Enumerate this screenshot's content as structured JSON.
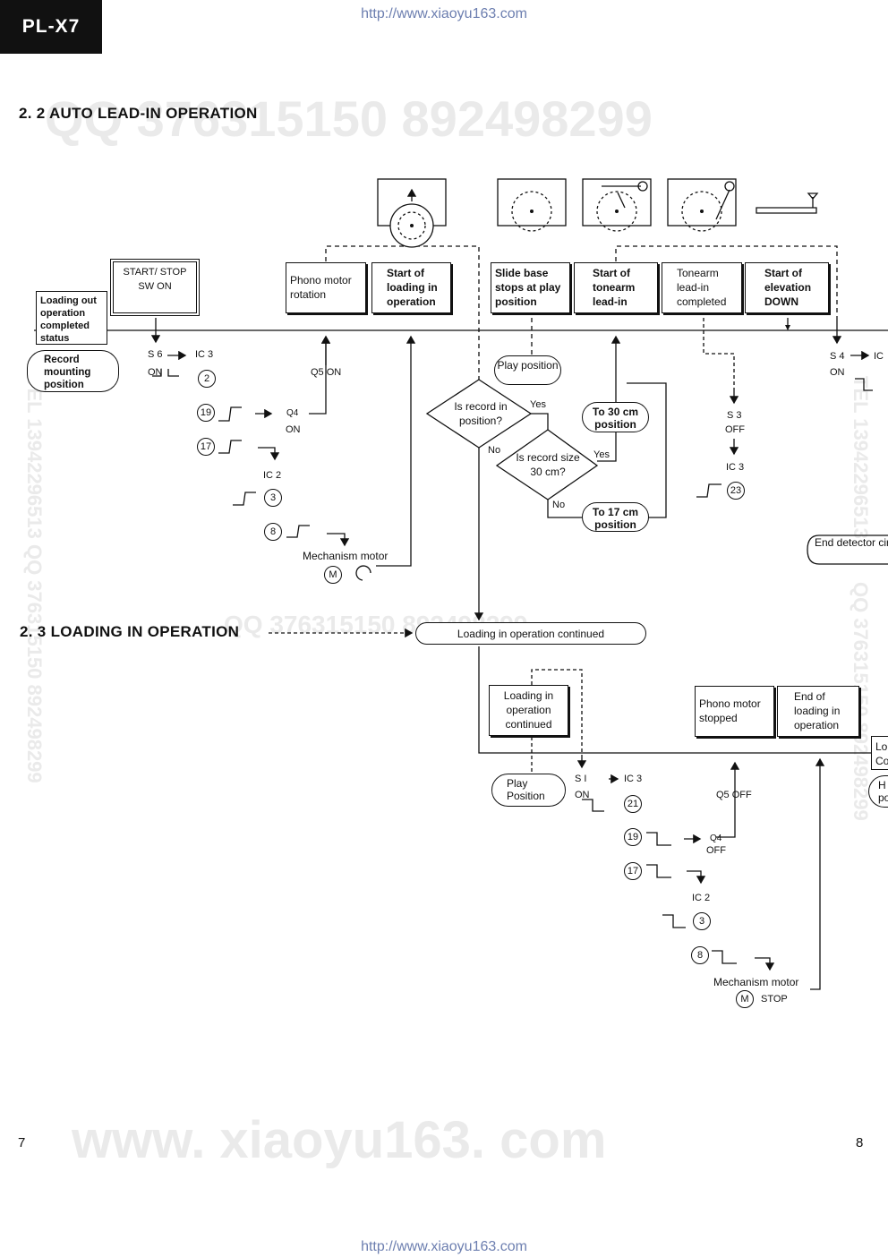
{
  "header": {
    "model": "PL-X7"
  },
  "urls": {
    "top": "http://www.xiaoyu163.com",
    "bottom": "http://www.xiaoyu163.com"
  },
  "watermarks": {
    "phone1": "QQ 376315150  892498299",
    "site": "www. xiaoyu163. com",
    "phone2": "QQ 376315150  892498299",
    "side1": "TEL 13942296513  QQ 376315150  892498299",
    "side2": "TEL 13942296513",
    "side3": "QQ 376315150  892498299"
  },
  "sec22": {
    "title": "2. 2  AUTO  LEAD-IN  OPERATION",
    "loading_out": "Loading out operation completed status",
    "start_stop": "START/ STOP SW ON",
    "record_mount": "Record mounting position",
    "phono_rot": "Phono  motor rotation",
    "start_loading": "Start of loading in operation",
    "slide_base": "Slide base stops at play position",
    "start_tonearm": "Start of tonearm lead-in",
    "tonearm_done": "Tonearm lead-in completed",
    "start_elev": "Start of elevation DOWN",
    "play_position": "Play position",
    "q_record_in": "Is record in position?",
    "q_record_size": "Is record size 30 cm?",
    "yes": "Yes",
    "no": "No",
    "to30": "To 30 cm position",
    "to17": "To 17 cm position",
    "s6": "S 6",
    "ic3": "IC 3",
    "on": "ON",
    "q5on": "Q5  ON",
    "q4": "Q4",
    "q4on": "ON",
    "ic2": "IC 2",
    "mech_motor": "Mechanism motor",
    "s3": "S 3",
    "off": "OFF",
    "ic3b": "IC 3",
    "s4": "S 4",
    "ic_cut": "IC",
    "on2": "ON",
    "end_detector": "End detector circuit, peak",
    "n2": "2",
    "n19": "19",
    "n17": "17",
    "n3": "3",
    "n8": "8",
    "n23": "23",
    "m": "M"
  },
  "sec23": {
    "title": "2. 3  LOADING  IN  OPERATION",
    "continued": "Loading in operation  continued",
    "loading_cont": "Loading in operation continued",
    "phono_stop": "Phono motor stopped",
    "end_loading": "End of loading in operation",
    "play_position": "Play Position",
    "s1": "S I",
    "ic3": "IC 3",
    "on": "ON",
    "q5off": "Q5  OFF",
    "q4": "Q4",
    "off": "OFF",
    "ic2": "IC 2",
    "mech_motor": "Mechanism motor",
    "stop": "STOP",
    "edge1": "Lo",
    "edge2": "Co",
    "edge3": "H",
    "edge4": "po",
    "n21": "21",
    "n19": "19",
    "n17": "17",
    "n3": "3",
    "n8": "8",
    "m": "M"
  },
  "page_numbers": {
    "left": "7",
    "right": "8"
  }
}
